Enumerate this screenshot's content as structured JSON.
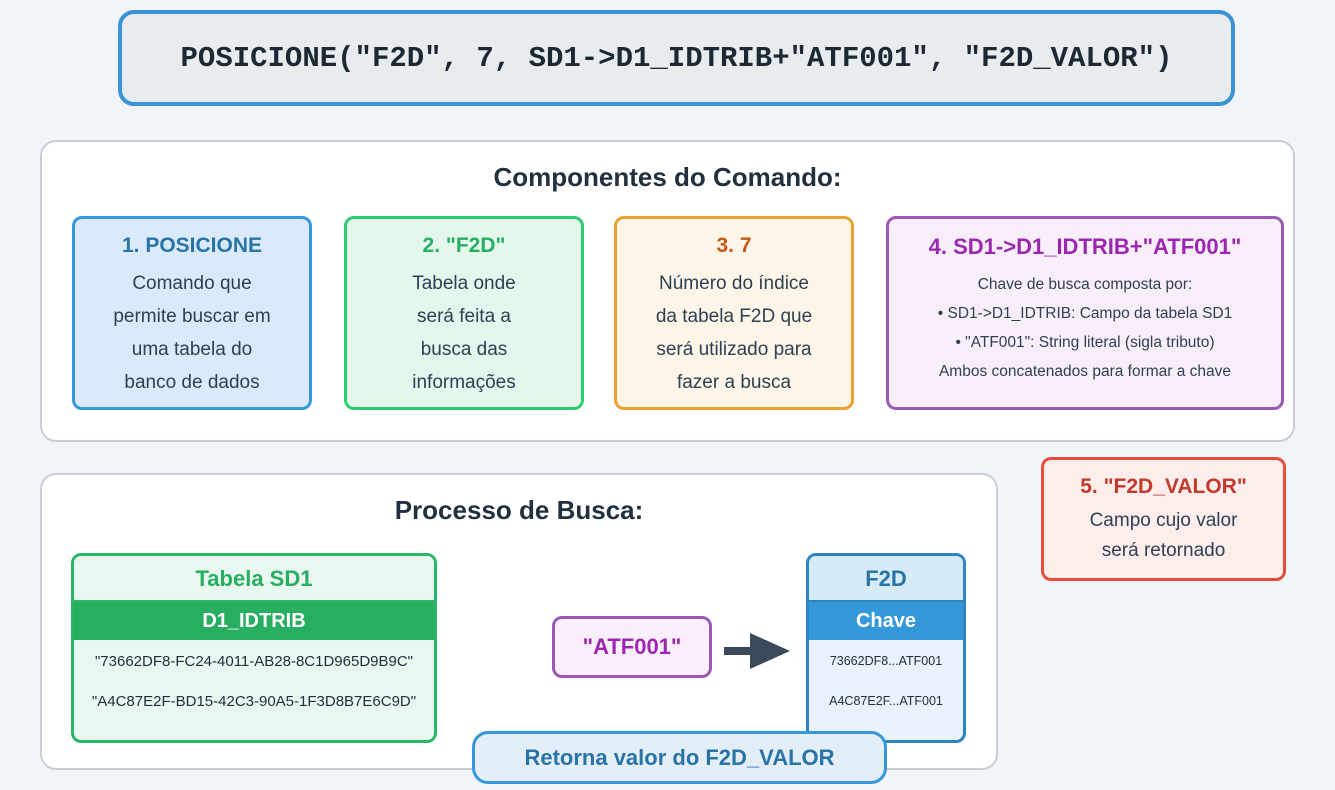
{
  "command_box": {
    "code": "POSICIONE(\"F2D\", 7, SD1->D1_IDTRIB+\"ATF001\", \"F2D_VALOR\")"
  },
  "components": {
    "title": "Componentes do Comando:",
    "boxes": [
      {
        "title": "1. POSICIONE",
        "lines": [
          "Comando que",
          "permite buscar em",
          "uma tabela do",
          "banco de dados"
        ]
      },
      {
        "title": "2. \"F2D\"",
        "lines": [
          "Tabela onde",
          "será feita a",
          "busca das",
          "informações"
        ]
      },
      {
        "title": "3. 7",
        "lines": [
          "Número do índice",
          "da tabela F2D que",
          "será utilizado para",
          "fazer a busca"
        ]
      },
      {
        "title": "4. SD1->D1_IDTRIB+\"ATF001\"",
        "lines": [
          "Chave de busca composta por:",
          "• SD1->D1_IDTRIB: Campo da tabela SD1",
          "• \"ATF001\": String literal (sigla tributo)",
          "Ambos concatenados para formar a chave"
        ]
      }
    ]
  },
  "process": {
    "title": "Processo de Busca:",
    "sd1_table": {
      "name": "Tabela SD1",
      "column": "D1_IDTRIB",
      "rows": [
        "\"73662DF8-FC24-4011-AB28-8C1D965D9B9C\"",
        "\"A4C87E2F-BD15-42C3-90A5-1F3D8B7E6C9D\""
      ]
    },
    "key_literal": "\"ATF001\"",
    "f2d_table": {
      "name": "F2D",
      "column": "Chave",
      "rows": [
        "73662DF8...ATF001",
        "A4C87E2F...ATF001"
      ]
    },
    "result_label": "Retorna valor do F2D_VALOR"
  },
  "return_field_box": {
    "title": "5. \"F2D_VALOR\"",
    "lines": [
      "Campo cujo valor",
      "será retornado"
    ]
  },
  "colors": {
    "page_background": "#f1f4f9",
    "code_border": "#3a93d5",
    "blue_accent": "#3498db",
    "blue_text": "#2874a6",
    "green_accent": "#2ecc71",
    "green_dark": "#27ae60",
    "orange_accent": "#f0a030",
    "orange_text": "#c45911",
    "purple_accent": "#9b59b6",
    "purple_text": "#9b27b0",
    "red_accent": "#e74c3c",
    "red_text": "#c0392b",
    "arrow": "#3b4a5a",
    "body_text": "#2e4053"
  }
}
